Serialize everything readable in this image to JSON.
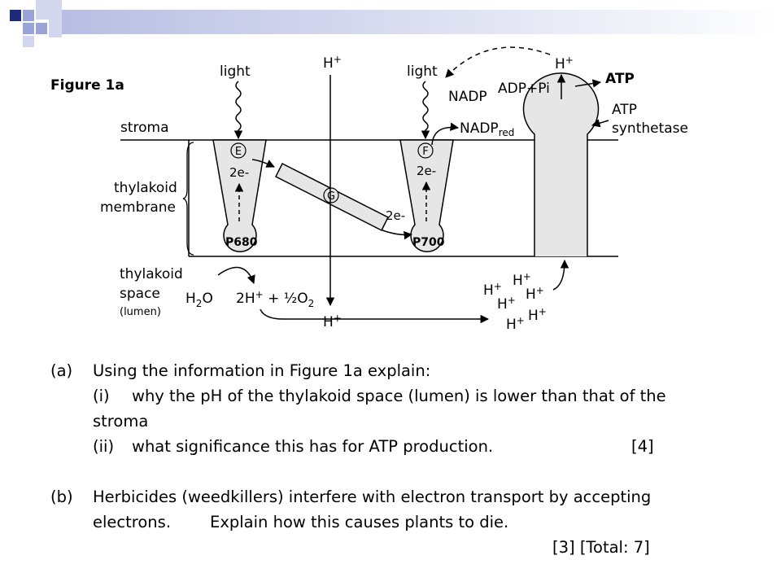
{
  "colors": {
    "square_navy": "#1f2a7a",
    "square_periwinkle": "#9aa3d6",
    "square_light": "#d3d7ee",
    "header_bar": "#b8bee3"
  },
  "figure": {
    "title": "Figure 1a",
    "stroma": "stroma",
    "thylakoid_membrane": [
      "thylakoid",
      "membrane"
    ],
    "thylakoid_space": [
      "thylakoid",
      "space"
    ],
    "lumen": "(lumen)",
    "light": "light",
    "h_plus": "H+",
    "e_label": "E",
    "f_label": "F",
    "g_label": "G",
    "two_e": "2e-",
    "p680": "P680",
    "p700": "P700",
    "nadp": "NADP",
    "nadp_red": "NADPred",
    "adp_pi": "ADP+Pi",
    "atp": "ATP",
    "atp_synthetase": [
      "ATP",
      "synthetase"
    ],
    "h2o": "H2O",
    "water_products": "2H+ + ½O2"
  },
  "questions": {
    "a_marker": "(a)",
    "a_text": "Using the information in Figure 1a explain:",
    "i_marker": "(i)",
    "i_text": "why the pH of the thylakoid space (lumen) is lower than that of the",
    "i_text2": "stroma",
    "ii_marker": "(ii)",
    "ii_text": "what significance this has for ATP production.",
    "ii_marks": "[4]",
    "b_marker": "(b)",
    "b_text": "Herbicides (weedkillers) interfere with electron transport by accepting",
    "b_text2_a": "electrons.",
    "b_text2_b": "Explain how this causes plants to die.",
    "b_marks": "[3] [Total: 7]"
  }
}
